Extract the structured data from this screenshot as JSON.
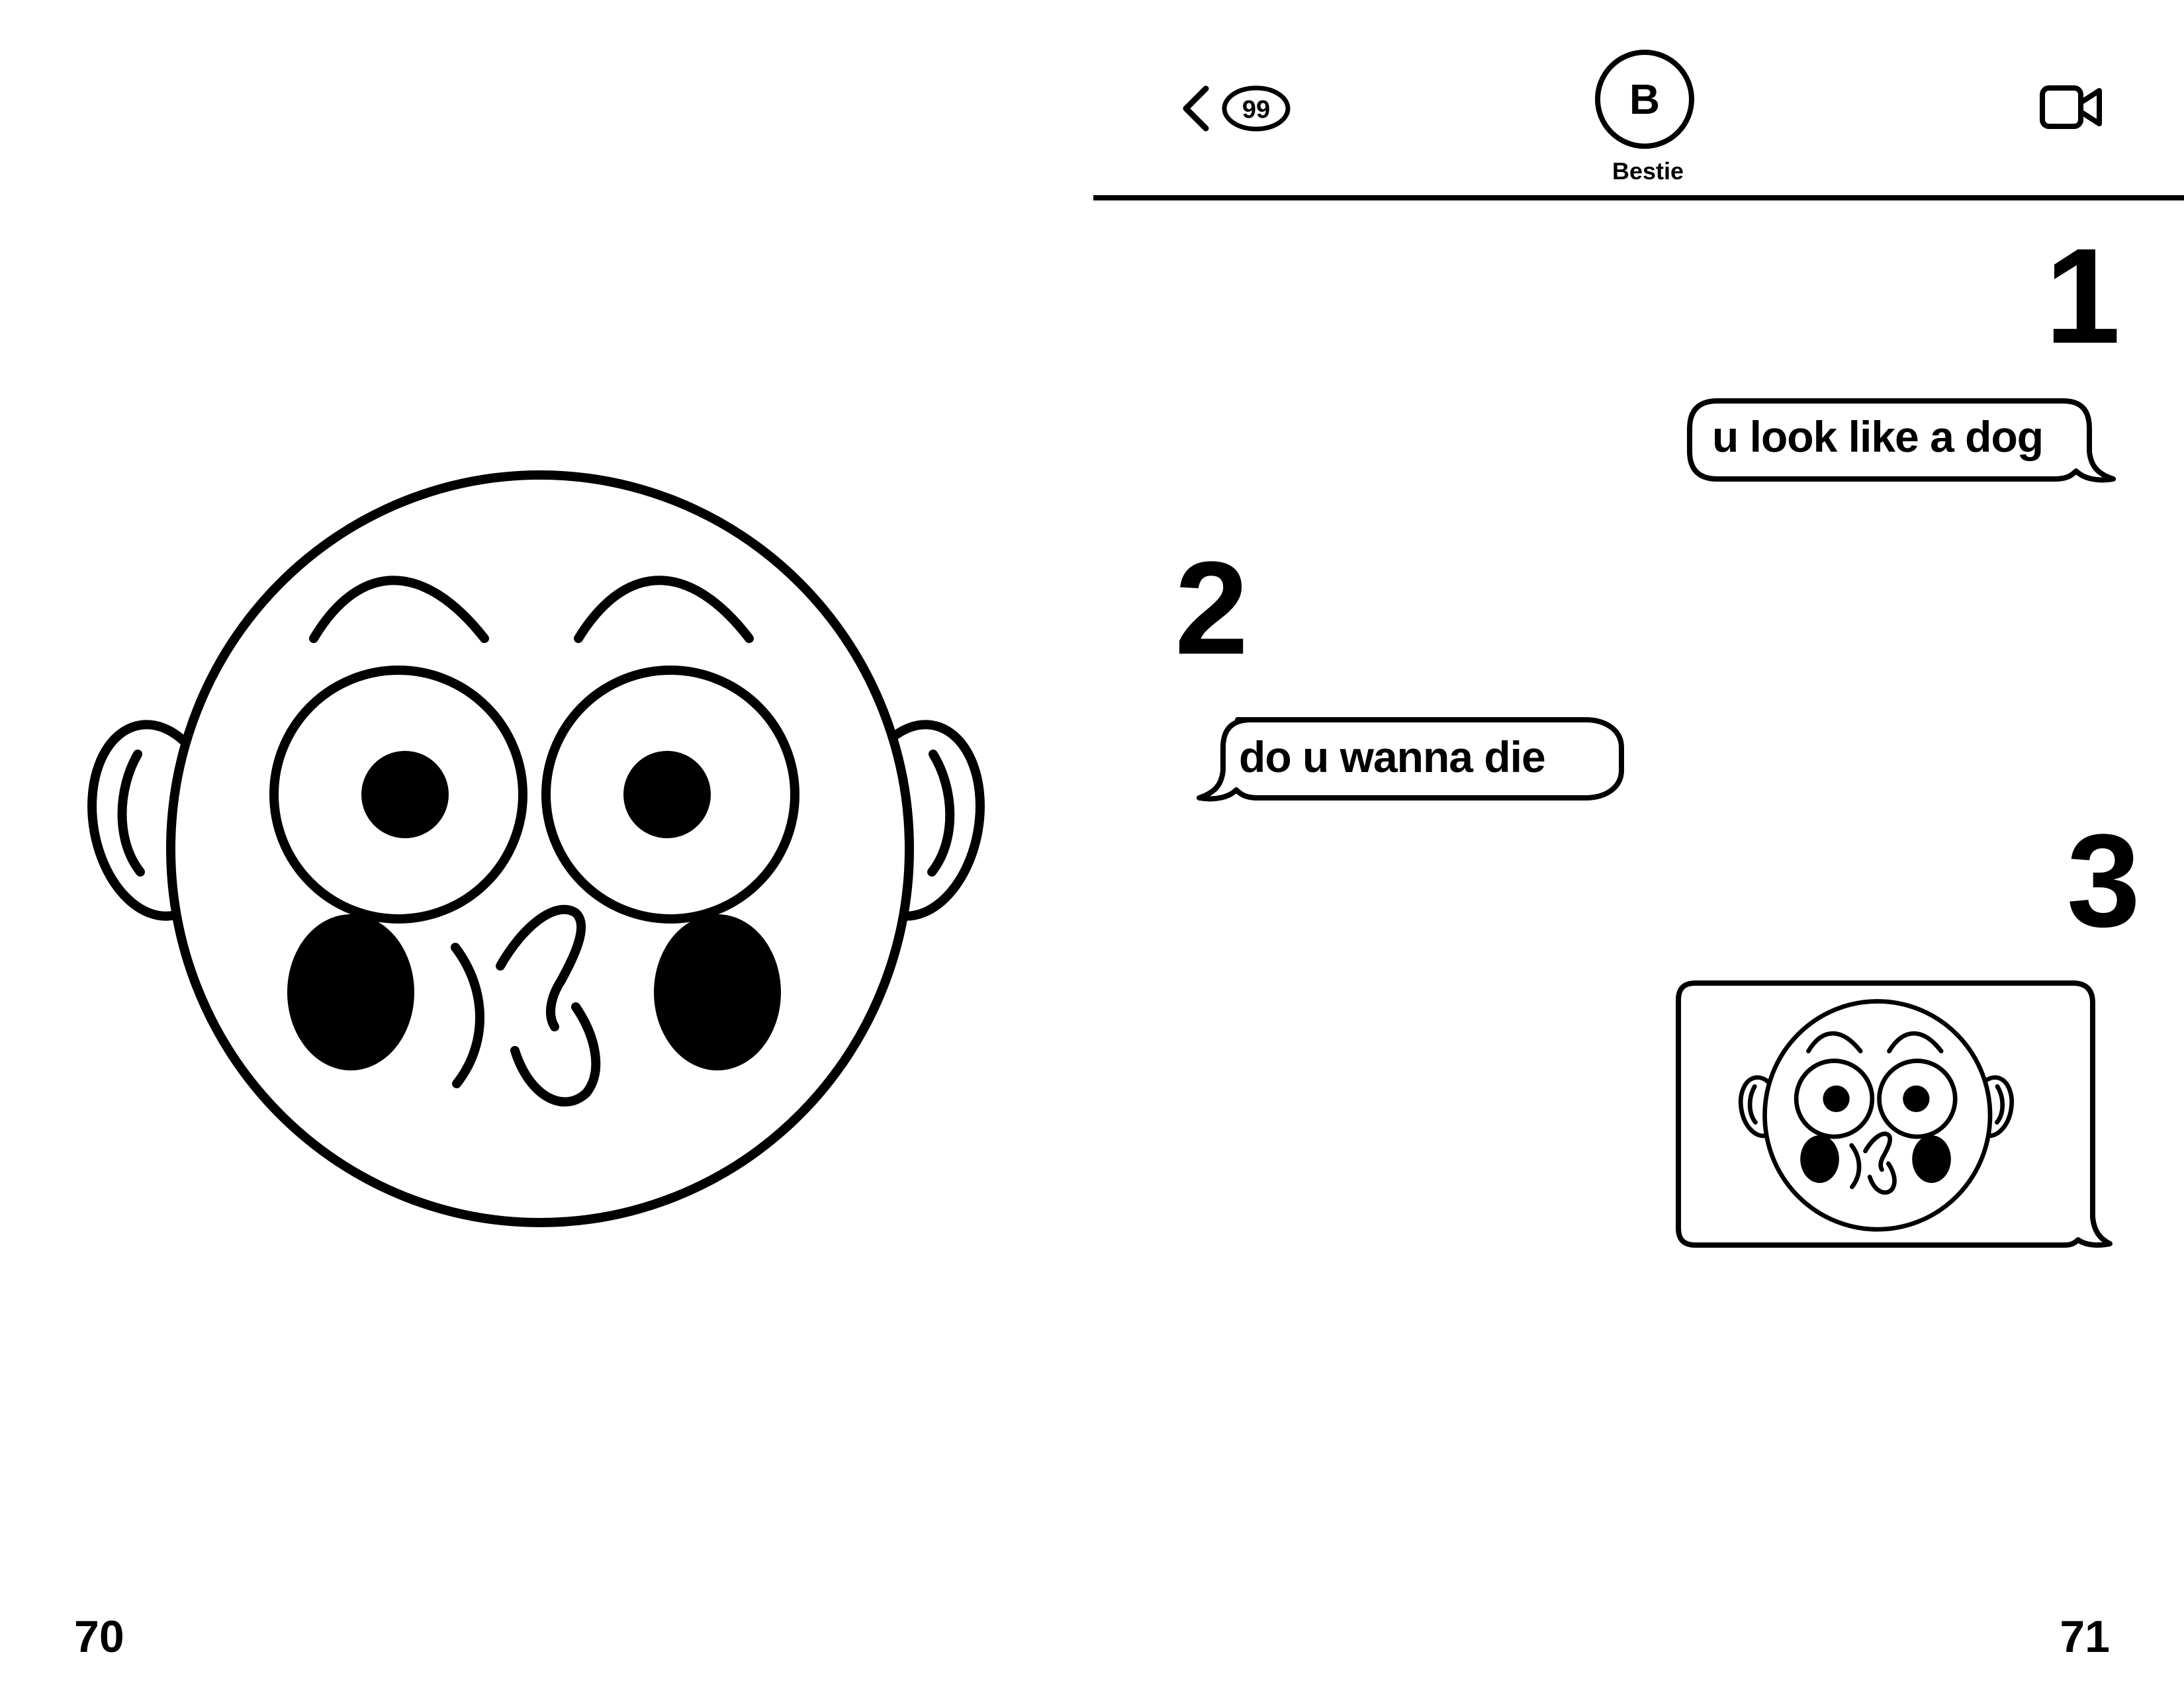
{
  "header": {
    "unread_count": "99",
    "avatar_initial": "B",
    "contact_name": "Bestie"
  },
  "steps": [
    {
      "number": "1",
      "message": "u look like a dog",
      "sender": "me"
    },
    {
      "number": "2",
      "message": "do u wanna die",
      "sender": "them"
    },
    {
      "number": "3",
      "message": "",
      "sender": "me",
      "attachment": "face-drawing"
    }
  ],
  "pages": {
    "left": "70",
    "right": "71"
  },
  "colors": {
    "ink": "#000000",
    "paper": "#ffffff"
  },
  "icons": [
    "back-chevron-icon",
    "video-camera-icon",
    "face-illustration"
  ]
}
